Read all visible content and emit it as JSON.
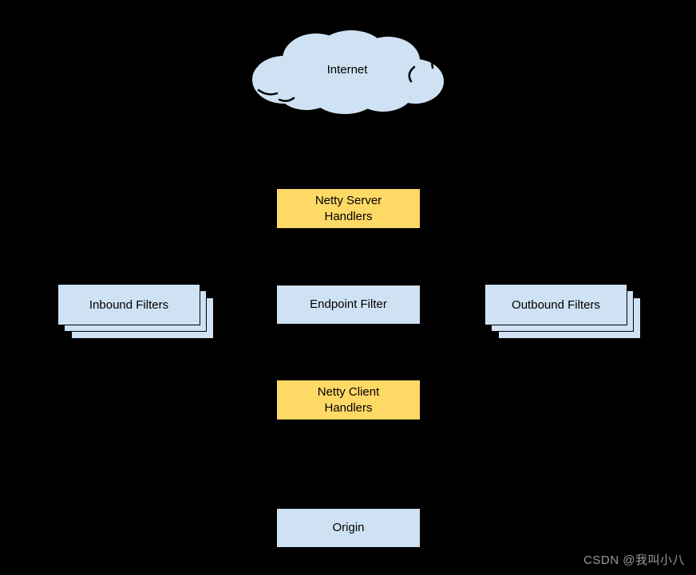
{
  "colors": {
    "background": "#000000",
    "node_blue": "#cfe2f3",
    "node_yellow": "#ffd966",
    "node_border": "#000000",
    "node_text": "#000000",
    "watermark_text": "#9a9a9a"
  },
  "diagram": {
    "internet": {
      "label": "Internet"
    },
    "netty_server": {
      "line1": "Netty Server",
      "line2": "Handlers"
    },
    "inbound": {
      "label": "Inbound Filters"
    },
    "endpoint": {
      "label": "Endpoint Filter"
    },
    "outbound": {
      "label": "Outbound Filters"
    },
    "netty_client": {
      "line1": "Netty Client",
      "line2": "Handlers"
    },
    "origin": {
      "label": "Origin"
    }
  },
  "watermark": {
    "label": "CSDN @我叫小八"
  }
}
